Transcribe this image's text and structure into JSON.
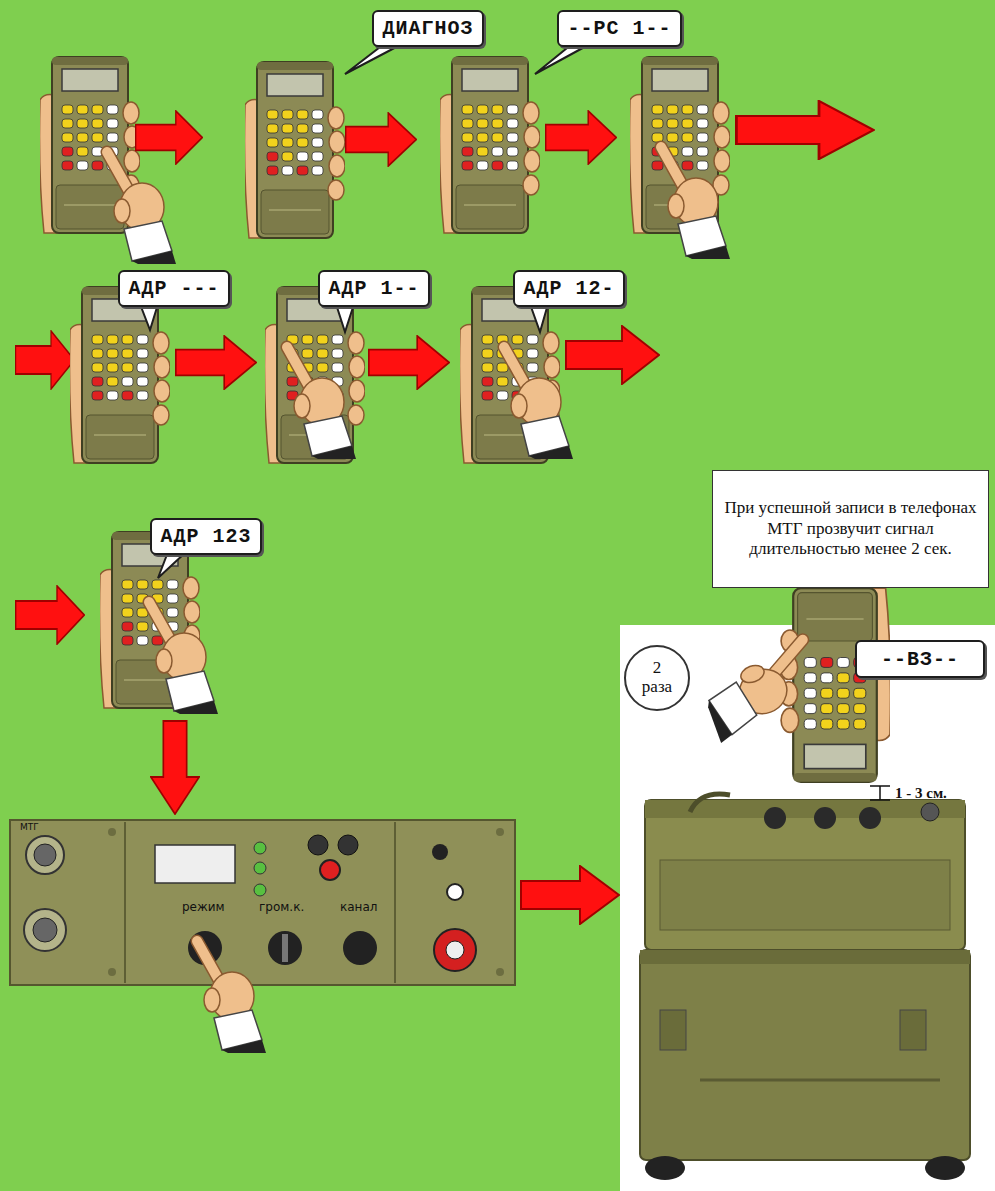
{
  "diagram": {
    "nodes": [
      {
        "text": [
          "ДИАГНОЗ"
        ]
      },
      {
        "text": [
          "--РС 1--"
        ]
      },
      {
        "text": [
          "АДР ---"
        ]
      },
      {
        "text": [
          "АДР 1--"
        ]
      },
      {
        "text": [
          "АДР 12-"
        ]
      },
      {
        "text": [
          "АДР 123"
        ]
      },
      {
        "text": [
          "При успешной записи в телефонах МТГ прозвучит сигнал длительностью менее 2 сек."
        ]
      },
      {
        "text": [
          "2 раза"
        ]
      },
      {
        "text": [
          "--ВЗ--"
        ]
      }
    ],
    "labels": [
      "1 - 3 см.",
      "МТГ",
      "режим",
      "гром.к.",
      "канал"
    ]
  }
}
